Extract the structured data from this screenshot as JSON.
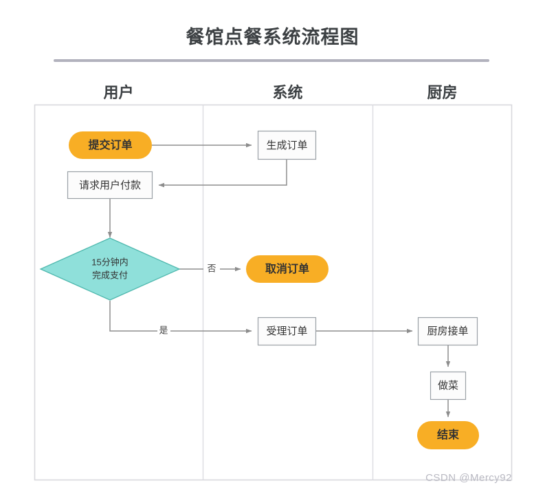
{
  "title": "餐馆点餐系统流程图",
  "watermark": "CSDN @Mercy92",
  "lanes": [
    {
      "label": "用户"
    },
    {
      "label": "系统"
    },
    {
      "label": "厨房"
    }
  ],
  "colors": {
    "start_end_fill": "#F8AE25",
    "decision_fill": "#8FE0DA",
    "decision_stroke": "#4FB8AE",
    "process_fill": "#FCFCFC",
    "process_stroke": "#9aa0a6",
    "edge": "#8d8d8d",
    "lane_border": "#d8d8dd",
    "title_rule": "#b2b2bd",
    "text": "#333333",
    "watermark": "#b9b9c2"
  },
  "chart_data": {
    "type": "flowchart",
    "title": "餐馆点餐系统流程图",
    "lanes": [
      "用户",
      "系统",
      "厨房"
    ],
    "nodes": [
      {
        "id": "submit-order",
        "label": "提交订单",
        "shape": "rounded",
        "lane": "用户",
        "fill": "#F8AE25"
      },
      {
        "id": "create-order",
        "label": "生成订单",
        "shape": "rect",
        "lane": "系统",
        "fill": "#FCFCFC"
      },
      {
        "id": "request-payment",
        "label": "请求用户付款",
        "shape": "rect",
        "lane": "用户",
        "fill": "#FCFCFC"
      },
      {
        "id": "pay-in-15min",
        "label": "15分钟内\n完成支付",
        "shape": "diamond",
        "lane": "用户",
        "fill": "#8FE0DA"
      },
      {
        "id": "cancel-order",
        "label": "取消订单",
        "shape": "rounded",
        "lane": "系统",
        "fill": "#F8AE25"
      },
      {
        "id": "accept-order",
        "label": "受理订单",
        "shape": "rect",
        "lane": "系统",
        "fill": "#FCFCFC"
      },
      {
        "id": "kitchen-accept",
        "label": "厨房接单",
        "shape": "rect",
        "lane": "厨房",
        "fill": "#FCFCFC"
      },
      {
        "id": "cook",
        "label": "做菜",
        "shape": "rect",
        "lane": "厨房",
        "fill": "#FCFCFC"
      },
      {
        "id": "end",
        "label": "结束",
        "shape": "rounded",
        "lane": "厨房",
        "fill": "#F8AE25"
      }
    ],
    "edges": [
      {
        "from": "submit-order",
        "to": "create-order",
        "label": ""
      },
      {
        "from": "create-order",
        "to": "request-payment",
        "label": ""
      },
      {
        "from": "request-payment",
        "to": "pay-in-15min",
        "label": ""
      },
      {
        "from": "pay-in-15min",
        "to": "cancel-order",
        "label": "否"
      },
      {
        "from": "pay-in-15min",
        "to": "accept-order",
        "label": "是"
      },
      {
        "from": "accept-order",
        "to": "kitchen-accept",
        "label": ""
      },
      {
        "from": "kitchen-accept",
        "to": "cook",
        "label": ""
      },
      {
        "from": "cook",
        "to": "end",
        "label": ""
      }
    ],
    "node_texts": {
      "submit_order": "提交订单",
      "create_order": "生成订单",
      "request_payment": "请求用户付款",
      "decision_line1": "15分钟内",
      "decision_line2": "完成支付",
      "cancel_order": "取消订单",
      "accept_order": "受理订单",
      "kitchen_accept": "厨房接单",
      "cook": "做菜",
      "end": "结束"
    },
    "edge_texts": {
      "no": "否",
      "yes": "是"
    }
  }
}
